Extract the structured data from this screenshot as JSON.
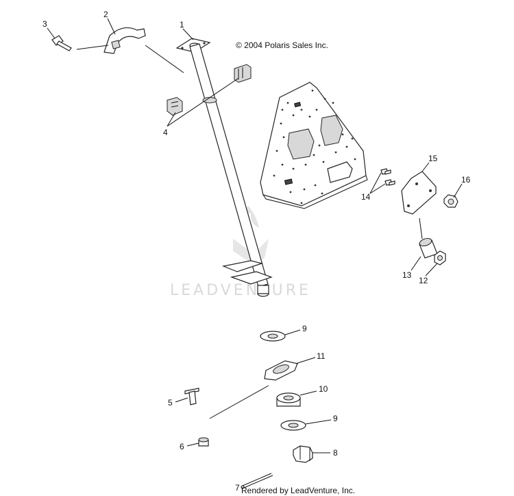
{
  "copyright": "© 2004 Polaris Sales Inc.",
  "rendered_by": "Rendered by LeadVenture, Inc.",
  "watermark": "LEADVENTURE",
  "callouts": {
    "c1": "1",
    "c2": "2",
    "c3": "3",
    "c4": "4",
    "c5": "5",
    "c6": "6",
    "c7": "7",
    "c8": "8",
    "c9a": "9",
    "c9b": "9",
    "c10": "10",
    "c11": "11",
    "c12": "12",
    "c13": "13",
    "c14": "14",
    "c15": "15",
    "c16": "16"
  }
}
